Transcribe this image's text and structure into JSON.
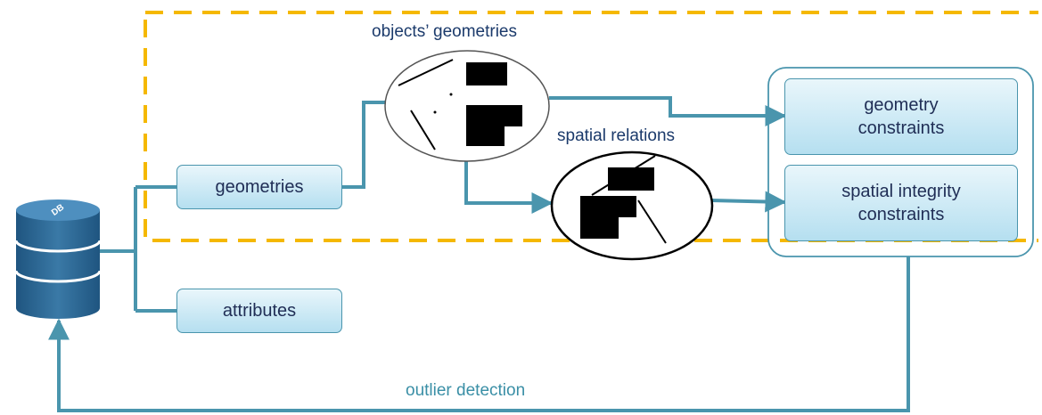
{
  "db": {
    "label": "DB"
  },
  "boxes": {
    "geometries": "geometries",
    "attributes": "attributes",
    "geometry_constraints": [
      "geometry",
      "constraints"
    ],
    "spatial_integrity_constraints": [
      "spatial integrity",
      "constraints"
    ]
  },
  "labels": {
    "objects_geometries": "objects’ geometries",
    "spatial_relations": "spatial relations",
    "outlier_detection": "outlier detection"
  },
  "colors": {
    "connector": "#4a95ad",
    "dashed_region": "#f5b800",
    "box_fill_top": "#e9f6fb",
    "box_fill_bottom": "#b5dff0",
    "db_fill": "#2a6490",
    "dark_text": "#1b3a6b",
    "teal_text": "#3a8fa6"
  }
}
